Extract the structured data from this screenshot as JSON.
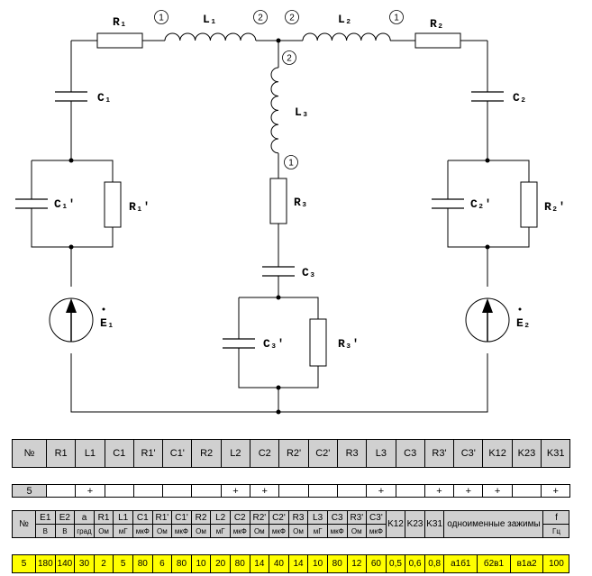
{
  "circuit": {
    "labels": {
      "R1": "R₁",
      "L1": "L₁",
      "L2": "L₂",
      "R2": "R₂",
      "C1": "C₁",
      "C2": "C₂",
      "L3": "L₃",
      "C1p": "C₁'",
      "R1p": "R₁'",
      "R3": "R₃",
      "C2p": "C₂'",
      "R2p": "R₂'",
      "C3": "C₃",
      "C3p": "C₃'",
      "R3p": "R₃'",
      "E1": "E₁",
      "E2": "E₂"
    },
    "node_labels": {
      "n1": "1",
      "n2": "2",
      "n3": "2",
      "n4": "1",
      "n5": "2",
      "n6": "1"
    }
  },
  "table1": {
    "headers": [
      "№",
      "R1",
      "L1",
      "C1",
      "R1'",
      "C1'",
      "R2",
      "L2",
      "C2",
      "R2'",
      "C2'",
      "R3",
      "L3",
      "C3",
      "R3'",
      "C3'",
      "K12",
      "K23",
      "K31"
    ]
  },
  "table2": {
    "cells": [
      "5",
      "",
      "+",
      "",
      "",
      "",
      "",
      "+",
      "+",
      "",
      "",
      "",
      "+",
      "",
      "+",
      "+",
      "+",
      "",
      "+"
    ]
  },
  "table3": {
    "headers": [
      "№",
      "E1",
      "E2",
      "a",
      "R1",
      "L1",
      "C1",
      "R1'",
      "C1'",
      "R2",
      "L2",
      "C2",
      "R2'",
      "C2'",
      "R3",
      "L3",
      "C3",
      "R3'",
      "C3'",
      "K12",
      "K23",
      "K31",
      "одноименные зажимы",
      "f"
    ],
    "units": [
      "",
      "В",
      "В",
      "град",
      "Ом",
      "мГ",
      "мкФ",
      "Ом",
      "мкФ",
      "Ом",
      "мГ",
      "мкФ",
      "Ом",
      "мкФ",
      "Ом",
      "мГ",
      "мкФ",
      "Ом",
      "мкФ",
      "",
      "",
      "",
      "",
      "Гц"
    ]
  },
  "table4": {
    "values": [
      "5",
      "180",
      "140",
      "30",
      "2",
      "5",
      "80",
      "6",
      "80",
      "10",
      "20",
      "80",
      "14",
      "40",
      "14",
      "10",
      "80",
      "12",
      "60",
      "0,5",
      "0,6",
      "0,8",
      "а1б1",
      "б2в1",
      "в1а2",
      "100"
    ]
  }
}
